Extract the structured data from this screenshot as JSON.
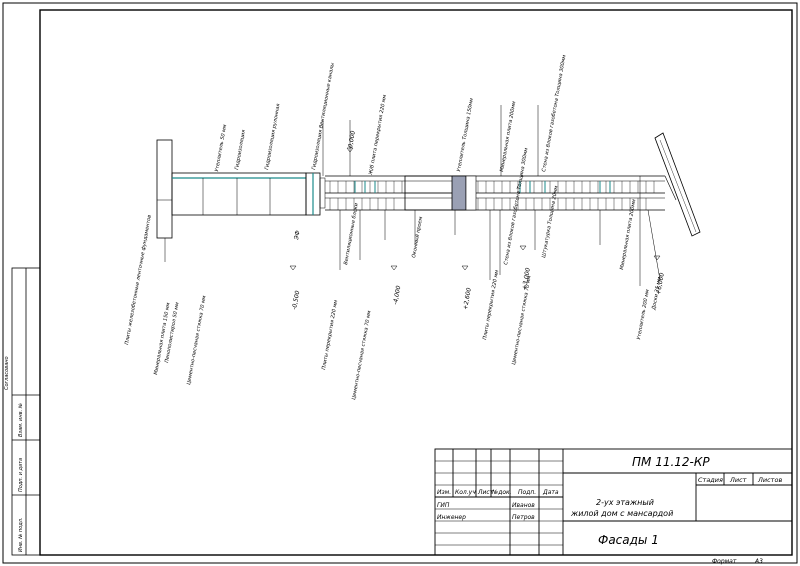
{
  "title_block": {
    "code": "ПМ 11.12-КР",
    "project_name_line1": "2-ух этажный",
    "project_name_line2": "жилой дом с мансардой",
    "sheet_name": "Фасады 1",
    "columns": [
      "Изм.",
      "Кол.уч",
      "Лист",
      "№док.",
      "Подп.",
      "Дата"
    ],
    "roles": [
      {
        "role": "ГИП",
        "name": "Иванов"
      },
      {
        "role": "Инженер",
        "name": "Петров"
      }
    ],
    "stage_labels": [
      "Стадия",
      "Лист",
      "Листов"
    ],
    "format_label": "Формат",
    "format_value": "А3"
  },
  "left_strip": {
    "labels": [
      "Согласовано",
      "Взам. инв. №",
      "Подп. и дата",
      "Инв. № подл."
    ]
  },
  "annotations": {
    "left_group": [
      "Плиты железобетонные ленточные фундаментов",
      "Гидроизоляция рулонная",
      "Пенополистирол 50 мм",
      "Минеральная плита 150 мм",
      "Цементно-песчаная стяжка 70 мм"
    ],
    "top_group": [
      "Утеплитель 50 мм",
      "Гидроизоляция",
      "Гидроизоляция Вентиляционные каналы",
      "Ж/б плита перекрытия 220 мм"
    ],
    "center_group": [
      "Плиты перекрытия 220 мм",
      "Цементно-песчаная стяжка 70 мм",
      "Вентиляционные блоки",
      "Оконный проем"
    ],
    "right_group": [
      "Утеплитель Толщина 150мм",
      "Минеральная плита 200мм",
      "Стена из блоков газобетона Толщина 300мм",
      "Стена из блоков газобетона Толщина 300мм",
      "Плиты перекрытия 220 мм",
      "Цементно-песчаная стяжка 70 мм",
      "Штукатурка Толщина 20мм"
    ],
    "far_right_group": [
      "Минеральная плита 200мм",
      "Доски 35 мм",
      "Утеплитель 200 мм"
    ]
  },
  "elevation_marks": [
    "0,000",
    "-0,500",
    "-4,000",
    "+2,600",
    "+3,000",
    "+6,000",
    "ЭФ"
  ]
}
